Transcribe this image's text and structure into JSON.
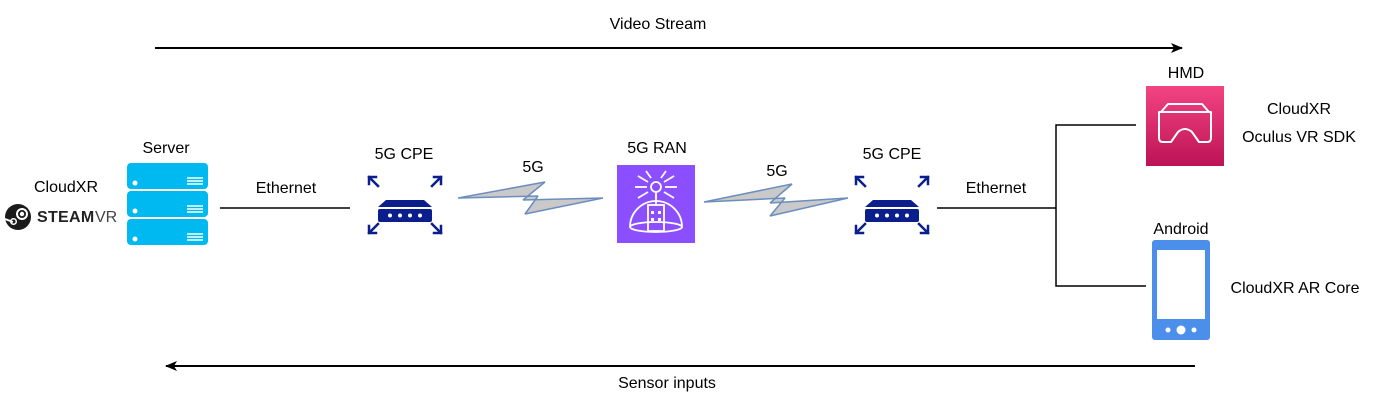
{
  "flows": {
    "top": {
      "label": "Video Stream",
      "direction": "right"
    },
    "bottom": {
      "label": "Sensor inputs",
      "direction": "left"
    }
  },
  "nodes": {
    "server": {
      "title": "Server",
      "software": "CloudXR",
      "platform_logo": "STEAMVR",
      "logo_wordmark_a": "STEAM",
      "logo_wordmark_b": "VR",
      "icon": "server-rack-icon",
      "color": "#00B9F1"
    },
    "cpe_left": {
      "title": "5G CPE",
      "icon": "router-icon",
      "color": "#0A1E8C"
    },
    "ran": {
      "title": "5G RAN",
      "icon": "cell-tower-dome-icon",
      "color": "#8C4FFF"
    },
    "cpe_right": {
      "title": "5G CPE",
      "icon": "router-icon",
      "color": "#0A1E8C"
    },
    "hmd": {
      "title": "HMD",
      "software_line1": "CloudXR",
      "software_line2": "Oculus VR SDK",
      "icon": "vr-headset-icon",
      "color": "#E7157B"
    },
    "android": {
      "title": "Android",
      "software": "CloudXR AR Core",
      "icon": "smartphone-icon",
      "color": "#4B8FEA"
    }
  },
  "links": {
    "server_cpe": {
      "label": "Ethernet",
      "type": "wired"
    },
    "cpe_ran": {
      "label": "5G",
      "type": "wireless"
    },
    "ran_cpe": {
      "label": "5G",
      "type": "wireless"
    },
    "cpe_clients": {
      "label": "Ethernet",
      "type": "wired"
    }
  }
}
